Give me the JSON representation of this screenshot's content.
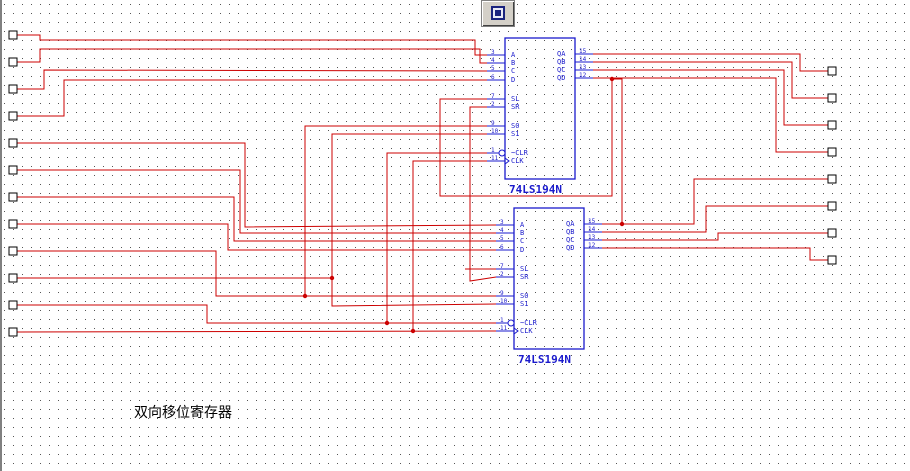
{
  "colors": {
    "wire": "#cc0000",
    "chip": "#1a1acc",
    "grid_dot": "#555555",
    "port": "#000000"
  },
  "toolbar": {
    "icon": "window-icon"
  },
  "chips": [
    {
      "part": "74LS194N",
      "left_pins": [
        {
          "num": "3",
          "label": "A"
        },
        {
          "num": "4",
          "label": "B"
        },
        {
          "num": "5",
          "label": "C"
        },
        {
          "num": "6",
          "label": "D"
        },
        {
          "num": "7",
          "label": "SL"
        },
        {
          "num": "2",
          "label": "SR"
        },
        {
          "num": "9",
          "label": "S0"
        },
        {
          "num": "10",
          "label": "S1"
        },
        {
          "num": "1",
          "label": "~CLR"
        },
        {
          "num": "11",
          "label": "CLK"
        }
      ],
      "right_pins": [
        {
          "num": "15",
          "label": "QA"
        },
        {
          "num": "14",
          "label": "QB"
        },
        {
          "num": "13",
          "label": "QC"
        },
        {
          "num": "12",
          "label": "QD"
        }
      ]
    },
    {
      "part": "74LS194N",
      "left_pins": [
        {
          "num": "3",
          "label": "A"
        },
        {
          "num": "4",
          "label": "B"
        },
        {
          "num": "5",
          "label": "C"
        },
        {
          "num": "6",
          "label": "D"
        },
        {
          "num": "7",
          "label": "SL"
        },
        {
          "num": "2",
          "label": "SR"
        },
        {
          "num": "9",
          "label": "S0"
        },
        {
          "num": "10",
          "label": "S1"
        },
        {
          "num": "1",
          "label": "~CLR"
        },
        {
          "num": "11",
          "label": "CLK"
        }
      ],
      "right_pins": [
        {
          "num": "15",
          "label": "QA"
        },
        {
          "num": "14",
          "label": "QB"
        },
        {
          "num": "13",
          "label": "QC"
        },
        {
          "num": "12",
          "label": "QD"
        }
      ]
    }
  ],
  "caption": "双向移位寄存器"
}
